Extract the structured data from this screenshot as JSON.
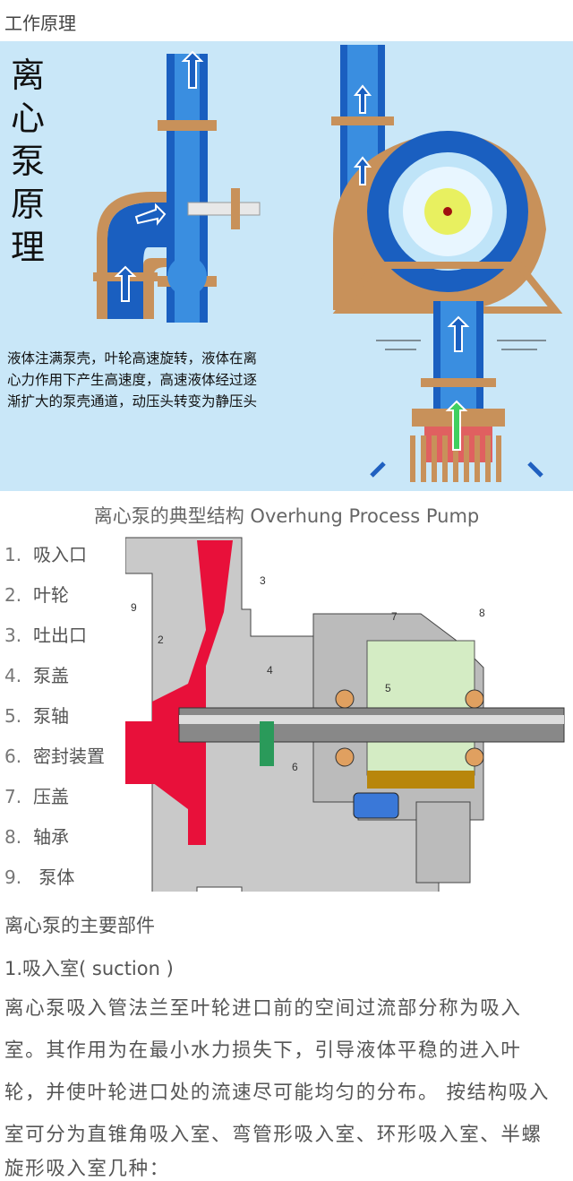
{
  "title": "工作原理",
  "principle": {
    "vertical_title": "离心泵原理",
    "description": [
      "液体注满泵壳，叶轮高速旋转，液体在离",
      "心力作用下产生高速度，高速液体经过逐",
      "渐扩大的泵壳通道，动压头转变为静压头"
    ]
  },
  "structure": {
    "heading": "离心泵的典型结构 Overhung Process Pump",
    "parts": [
      {
        "num": "1.",
        "label": "吸入口"
      },
      {
        "num": "2.",
        "label": "叶轮"
      },
      {
        "num": "3.",
        "label": "吐出口"
      },
      {
        "num": "4.",
        "label": "泵盖"
      },
      {
        "num": "5.",
        "label": "泵轴"
      },
      {
        "num": "6.",
        "label": "密封装置"
      },
      {
        "num": "7.",
        "label": "压盖"
      },
      {
        "num": "8.",
        "label": "轴承"
      },
      {
        "num": "9.",
        "label": " 泵体"
      }
    ],
    "callouts": [
      "3",
      "9",
      "2",
      "4",
      "7",
      "8",
      "5",
      "6"
    ]
  },
  "section": {
    "heading": "离心泵的主要部件",
    "subheading": "1.吸入室( suction )",
    "paragraph": [
      "离心泵吸入管法兰至叶轮进口前的空间过流部分称为吸入",
      "室。其作用为在最小水力损失下，引导液体平稳的进入叶",
      "轮，并使叶轮进口处的流速尽可能均匀的分布。 按结构吸入",
      "室可分为直锥角吸入室、弯管形吸入室、环形吸入室、半螺",
      "旋形吸入室几种："
    ]
  }
}
